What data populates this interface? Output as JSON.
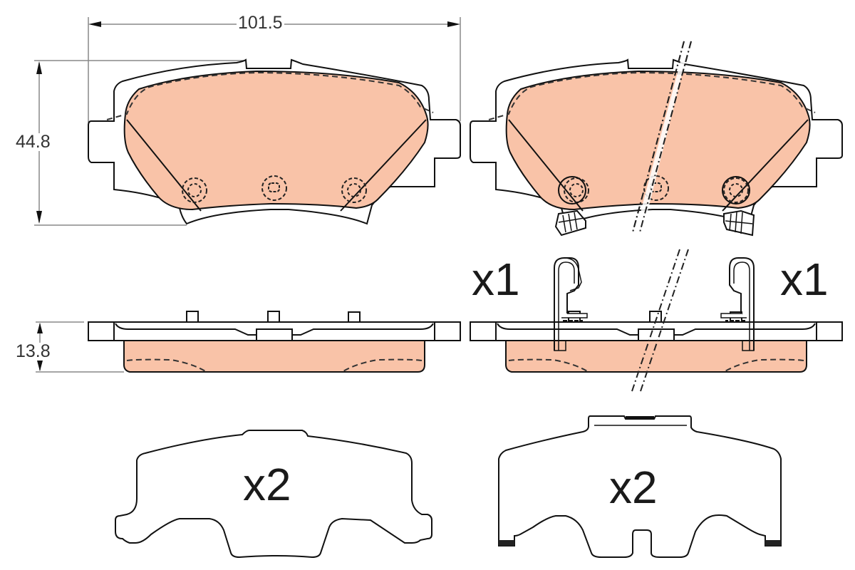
{
  "diagram": {
    "subject": "Brake pad set technical drawing",
    "colors": {
      "friction_fill": "#f9c3a8",
      "outline": "#111111",
      "dimension_line": "#888888",
      "background": "#ffffff"
    },
    "dimensions": {
      "width": "101.5",
      "height": "44.8",
      "thickness": "13.8"
    },
    "quantities": {
      "sensor_left": "x1",
      "sensor_right": "x1",
      "shim_left": "x2",
      "shim_right": "x2"
    },
    "views": [
      {
        "id": "front-pad-plain",
        "label": "Pad front view (no sensor)"
      },
      {
        "id": "front-pad-sensor",
        "label": "Pad front view (with wear sensors)"
      },
      {
        "id": "side-pad-plain",
        "label": "Pad side view"
      },
      {
        "id": "side-pad-sensor",
        "label": "Pad side view with sensor clips"
      },
      {
        "id": "shim-1",
        "label": "Anti-noise shim"
      },
      {
        "id": "shim-2",
        "label": "Anti-noise shim with tab"
      }
    ]
  }
}
